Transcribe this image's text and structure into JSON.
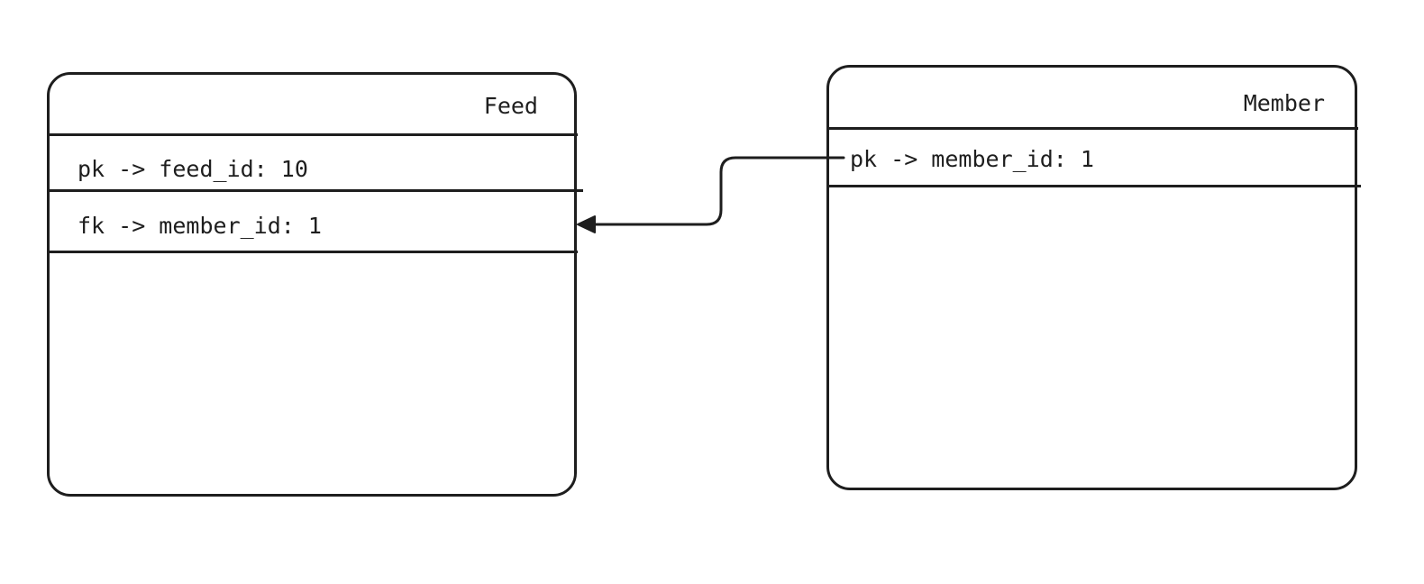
{
  "entities": {
    "feed": {
      "title": "Feed",
      "fields": [
        "pk -> feed_id: 10",
        "fk -> member_id: 1"
      ]
    },
    "member": {
      "title": "Member",
      "fields": [
        "pk -> member_id: 1"
      ]
    }
  },
  "colors": {
    "stroke": "#1e1e1e",
    "background": "#ffffff"
  },
  "relation": {
    "from": "member.member_id",
    "to": "feed.member_id",
    "arrow": "arrow-left-icon"
  }
}
